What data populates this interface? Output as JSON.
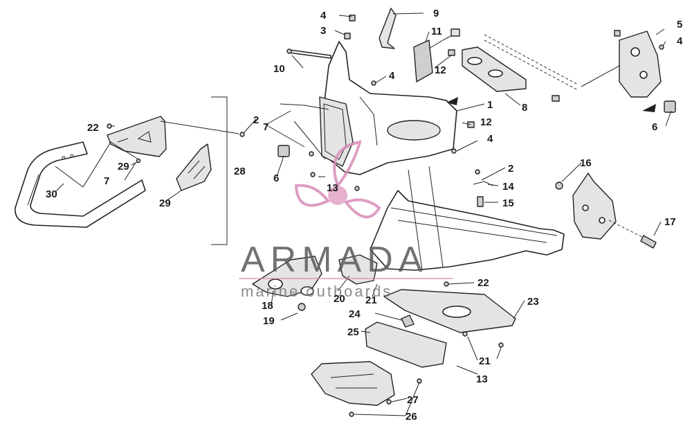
{
  "watermark": {
    "brand": "ARMADA",
    "tagline": "marine outboards",
    "brand_color": "#d88cb8"
  },
  "callouts": {
    "c1": "1",
    "c2a": "2",
    "c2b": "2",
    "c3": "3",
    "c4a": "4",
    "c4b": "4",
    "c4c": "4",
    "c4d": "4",
    "c5": "5",
    "c6a": "6",
    "c6b": "6",
    "c7a": "7",
    "c7b": "7",
    "c8": "8",
    "c9": "9",
    "c10": "10",
    "c11": "11",
    "c12a": "12",
    "c12b": "12",
    "c13a": "13",
    "c13b": "13",
    "c14": "14",
    "c15": "15",
    "c16": "16",
    "c17": "17",
    "c18": "18",
    "c19": "19",
    "c20": "20",
    "c21a": "21",
    "c21b": "21",
    "c22a": "22",
    "c22b": "22",
    "c23": "23",
    "c24": "24",
    "c25": "25",
    "c26": "26",
    "c27": "27",
    "c28": "28",
    "c29a": "29",
    "c29b": "29",
    "c30": "30"
  }
}
